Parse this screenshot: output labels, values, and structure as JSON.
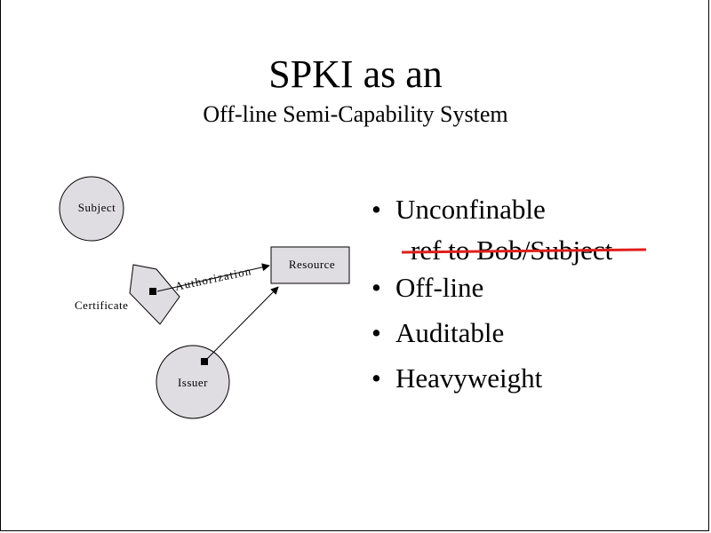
{
  "slide": {
    "title": "SPKI as an",
    "subtitle": "Off-line Semi-Capability System"
  },
  "diagram": {
    "nodes": {
      "subject": "Subject",
      "resource": "Resource",
      "issuer": "Issuer",
      "certificate": "Certificate"
    },
    "edge_label": "Authorization"
  },
  "bullets": [
    {
      "text": "Unconfinable",
      "sub": "ref to Bob/Subject"
    },
    {
      "text": "Off-line"
    },
    {
      "text": "Auditable"
    },
    {
      "text": "Heavyweight"
    }
  ],
  "colors": {
    "node_fill": "#e0dde2",
    "strike": "#e0201c"
  },
  "icons": {
    "bullet": "•"
  }
}
